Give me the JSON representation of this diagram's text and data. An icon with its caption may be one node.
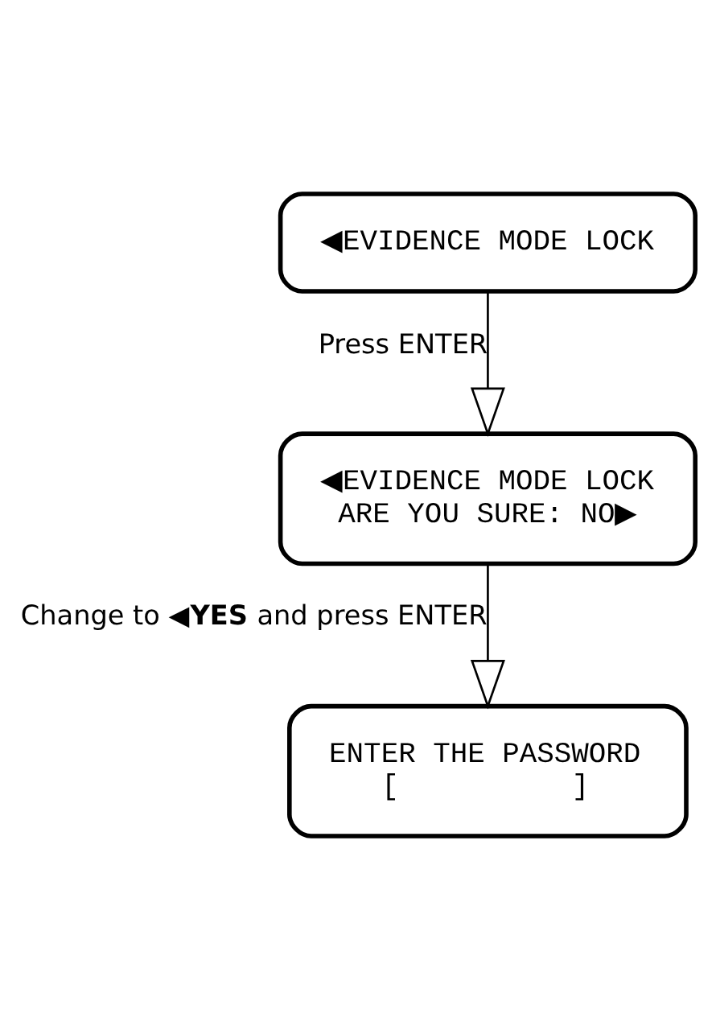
{
  "diagram": {
    "nodes": [
      {
        "text": [
          "◀EVIDENCE MODE LOCK"
        ]
      },
      {
        "text": [
          "◀EVIDENCE MODE LOCK",
          "ARE YOU SURE: NO▶"
        ]
      },
      {
        "text": [
          "ENTER THE PASSWORD",
          "[          ]"
        ]
      }
    ],
    "edges": [
      {
        "from": 0,
        "to": 1,
        "arrow": "to",
        "label": "Press ENTER"
      },
      {
        "from": 1,
        "to": 2,
        "arrow": "to",
        "label": "Change to ◀**YES** and press ENTER"
      }
    ]
  }
}
